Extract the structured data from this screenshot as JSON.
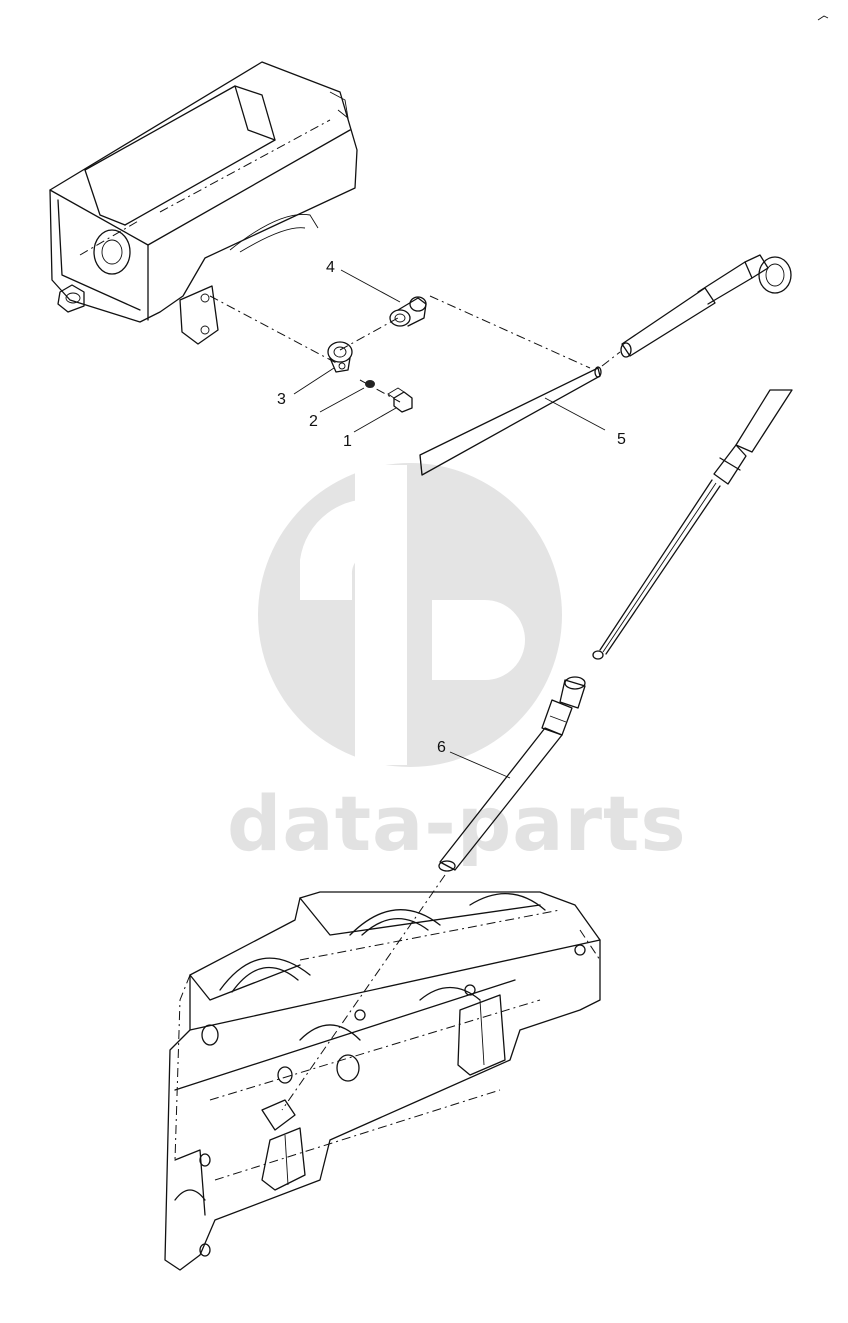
{
  "watermark": {
    "text": "data-parts",
    "logo": "dp-monogram-logo",
    "color": "#e2e2e2"
  },
  "callouts": [
    {
      "id": "1",
      "label": "1"
    },
    {
      "id": "2",
      "label": "2"
    },
    {
      "id": "3",
      "label": "3"
    },
    {
      "id": "4",
      "label": "4"
    },
    {
      "id": "5",
      "label": "5"
    },
    {
      "id": "6",
      "label": "6"
    }
  ],
  "parts": [
    {
      "callout": "1",
      "icon": "bolt-icon"
    },
    {
      "callout": "2",
      "icon": "washer-icon"
    },
    {
      "callout": "3",
      "icon": "clip-icon"
    },
    {
      "callout": "4",
      "icon": "grommet-icon"
    },
    {
      "callout": "5",
      "icon": "dipstick-tube-icon"
    },
    {
      "callout": "6",
      "icon": "dipstick-guide-tube-icon"
    }
  ],
  "colors": {
    "line": "#111111",
    "background": "#ffffff"
  }
}
